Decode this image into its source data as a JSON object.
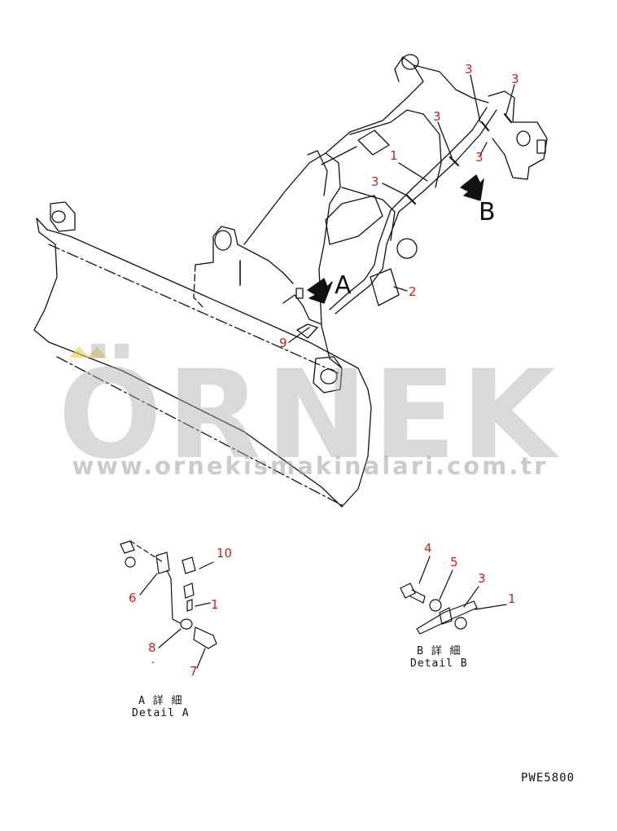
{
  "diagram": {
    "callouts": [
      {
        "id": "c3a",
        "text": "3"
      },
      {
        "id": "c3b",
        "text": "3"
      },
      {
        "id": "c3c",
        "text": "3"
      },
      {
        "id": "c3d",
        "text": "3"
      },
      {
        "id": "c3e",
        "text": "3"
      },
      {
        "id": "c1",
        "text": "1"
      },
      {
        "id": "c2",
        "text": "2"
      },
      {
        "id": "c9",
        "text": "9"
      },
      {
        "id": "c10",
        "text": "10"
      },
      {
        "id": "c6",
        "text": "6"
      },
      {
        "id": "c1b",
        "text": "1"
      },
      {
        "id": "c8",
        "text": "8"
      },
      {
        "id": "c7",
        "text": "7"
      },
      {
        "id": "c4",
        "text": "4"
      },
      {
        "id": "c5",
        "text": "5"
      },
      {
        "id": "c3f",
        "text": "3"
      },
      {
        "id": "c1c",
        "text": "1"
      }
    ],
    "view_letters": {
      "a": "A",
      "b": "B"
    },
    "detail_a": {
      "jp": "A 詳 細",
      "en": "Detail A"
    },
    "detail_b": {
      "jp": "B 詳 細",
      "en": "Detail B"
    },
    "drawing_code": "PWE5800",
    "stray_mark": "-",
    "line_color": "#111111",
    "callout_color": "#cc1f1f"
  },
  "watermark": {
    "brand": "ÖRNEK",
    "site": "www.ornekismakinalari.com.tr"
  }
}
